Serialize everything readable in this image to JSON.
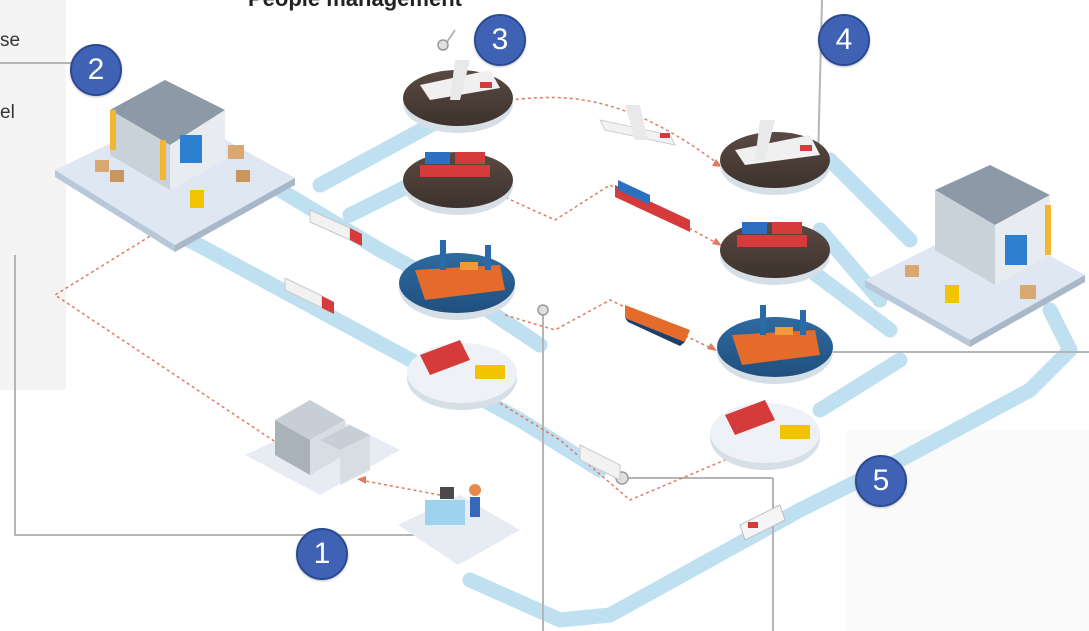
{
  "title": "People management",
  "side_texts": [
    "se",
    "el"
  ],
  "badges": [
    "1",
    "2",
    "3",
    "4",
    "5"
  ],
  "colors": {
    "road": "#bfe0f0",
    "badge": "#3f62b5",
    "route_dotted": "#e07a63",
    "callout_line": "#b5b5b5"
  }
}
